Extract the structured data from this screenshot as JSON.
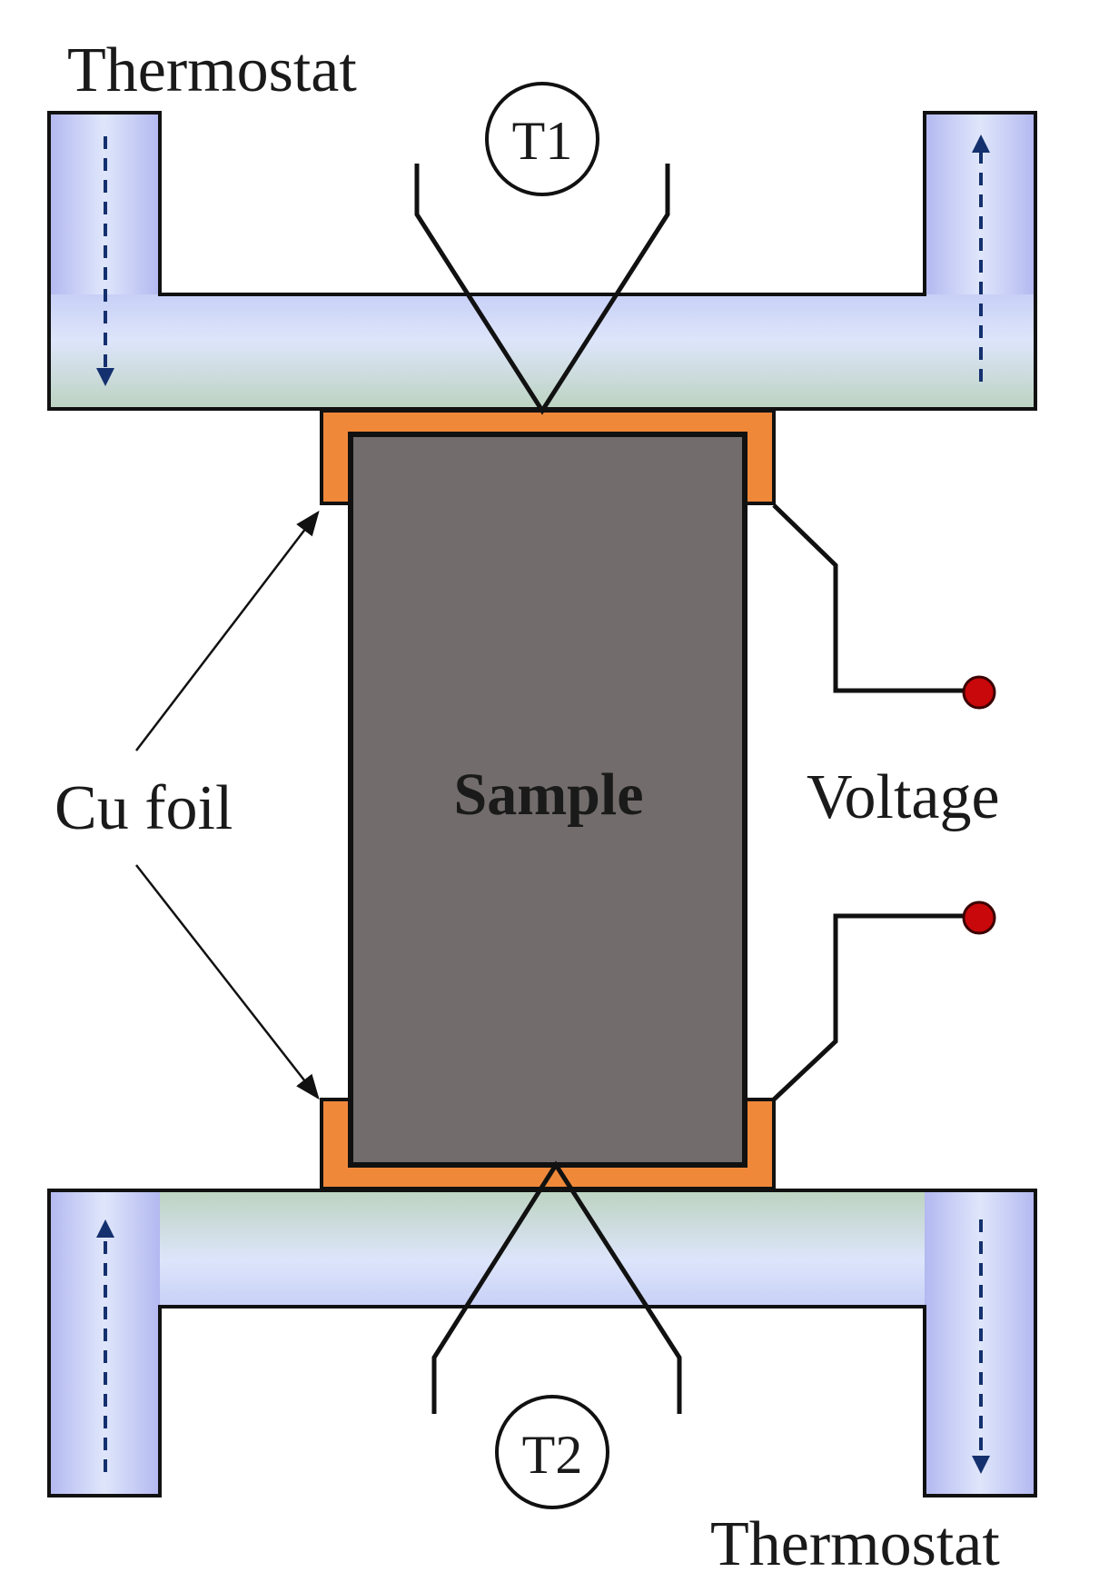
{
  "labels": {
    "thermostat_top": "Thermostat",
    "thermostat_bottom": "Thermostat",
    "t1": "T1",
    "t2": "T2",
    "sample": "Sample",
    "cu_foil": "Cu foil",
    "voltage": "Voltage"
  },
  "colors": {
    "channel_edge": "#b3b8f0",
    "channel_mid": "#dfe6fb",
    "channel_green": "#bcd3c0",
    "sample_fill": "#726c6c",
    "cu_foil": "#f0883a",
    "flow_arrow": "#14306e",
    "terminal": "#c8080a",
    "outline": "#111111"
  },
  "icons": {
    "flow_arrows": "dashed-arrow-icon",
    "terminals": "terminal-dot-icon",
    "pointers": "pointer-arrow-icon"
  }
}
